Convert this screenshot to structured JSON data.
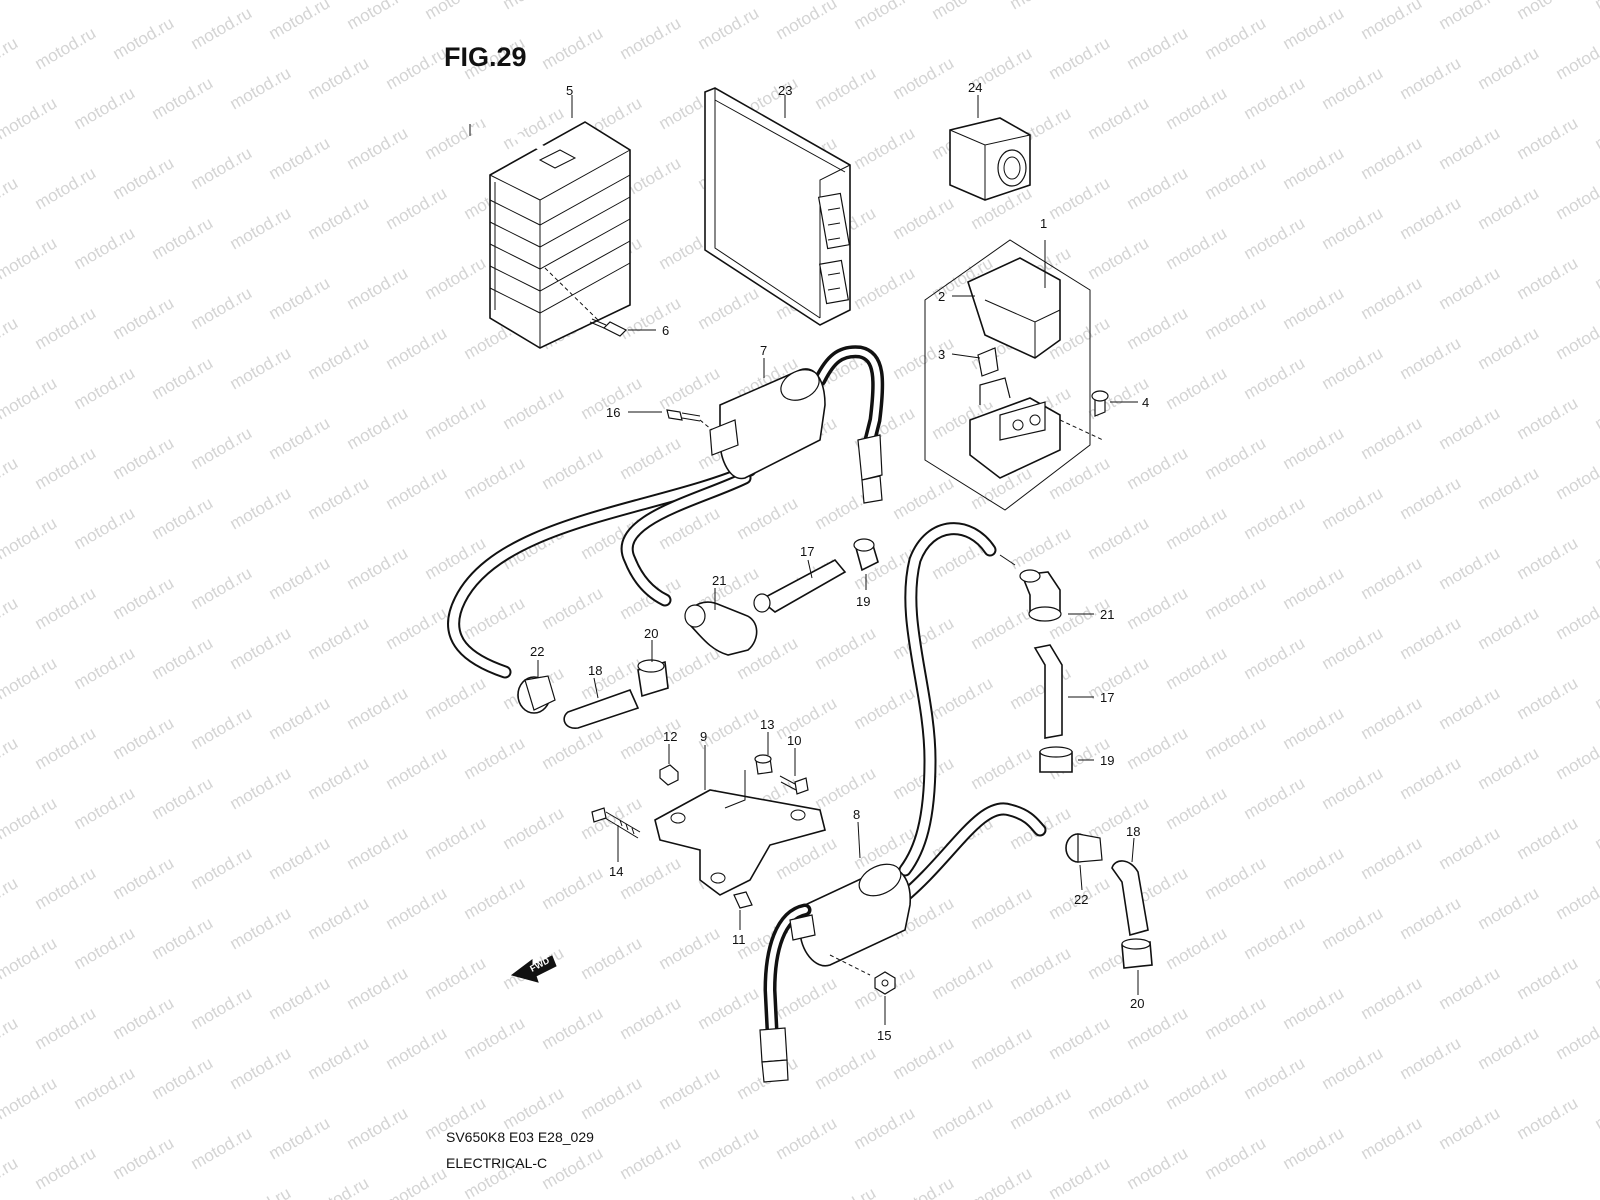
{
  "figure": {
    "title": "FIG.29"
  },
  "footer": {
    "model_code": "SV650K8 E03 E28_029",
    "section": "ELECTRICAL-C"
  },
  "watermark": {
    "text": "motod.ru"
  },
  "direction_marker": {
    "text": "FWD"
  },
  "callouts": {
    "c1": "1",
    "c2": "2",
    "c3": "3",
    "c4": "4",
    "c5": "5",
    "c6": "6",
    "c7": "7",
    "c8": "8",
    "c9": "9",
    "c10": "10",
    "c11": "11",
    "c12": "12",
    "c13": "13",
    "c14": "14",
    "c15": "15",
    "c16": "16",
    "c17a": "17",
    "c17b": "17",
    "c18a": "18",
    "c18b": "18",
    "c19a": "19",
    "c19b": "19",
    "c20a": "20",
    "c20b": "20",
    "c21a": "21",
    "c21b": "21",
    "c22a": "22",
    "c22b": "22",
    "c23": "23",
    "c24": "24"
  }
}
